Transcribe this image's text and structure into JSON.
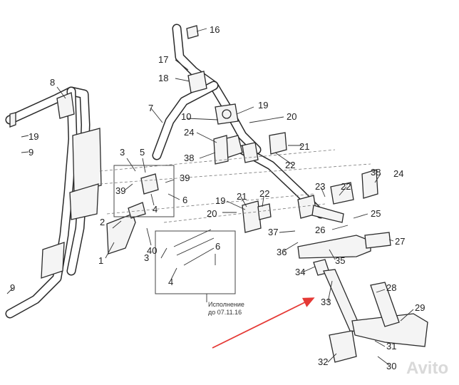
{
  "callouts": {
    "c1": "1",
    "c2": "2",
    "c3a": "3",
    "c3b": "3",
    "c4a": "4",
    "c4b": "4",
    "c5": "5",
    "c6a": "6",
    "c6b": "6",
    "c7": "7",
    "c8": "8",
    "c9a": "9",
    "c9b": "9",
    "c10": "10",
    "c16": "16",
    "c17": "17",
    "c18": "18",
    "c19a": "19",
    "c19b": "19",
    "c19c": "19",
    "c20a": "20",
    "c20b": "20",
    "c21a": "21",
    "c21b": "21",
    "c22a": "22",
    "c22b": "22",
    "c22c": "22",
    "c23": "23",
    "c24a": "24",
    "c24b": "24",
    "c25": "25",
    "c26": "26",
    "c27": "27",
    "c28": "28",
    "c29": "29",
    "c30": "30",
    "c31": "31",
    "c32": "32",
    "c33": "33",
    "c34": "34",
    "c35": "35",
    "c36": "36",
    "c37": "37",
    "c38a": "38",
    "c38b": "38",
    "c39a": "39",
    "c39b": "39",
    "c40": "40"
  },
  "note": {
    "line1": "Исполнение",
    "line2": "до 07.11.16"
  },
  "watermark": {
    "text": "Avito"
  },
  "colors": {
    "line": "#2a2a2a",
    "pointer_arrow": "#e53935",
    "watermark": "#d9d9d9"
  }
}
